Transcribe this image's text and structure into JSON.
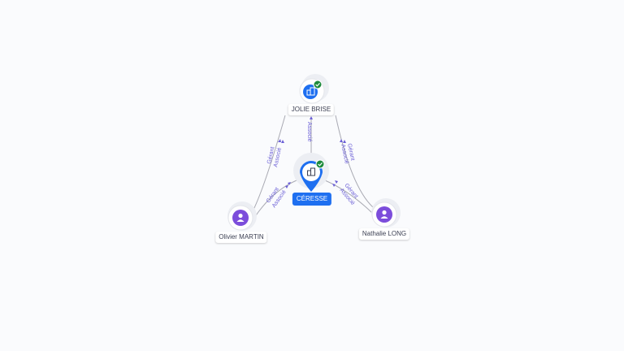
{
  "nodes": {
    "jolie": {
      "label": "JOLIE BRISE",
      "icon": "building-icon",
      "verified": true
    },
    "ceresse": {
      "label": "CÉRESSE",
      "icon": "building-icon",
      "verified": true
    },
    "olivier": {
      "label": "Olivier MARTIN",
      "icon": "person-icon"
    },
    "nathalie": {
      "label": "Nathalie LONG",
      "icon": "person-icon"
    }
  },
  "edges": {
    "ceresse_jolie": {
      "label1": "Associé"
    },
    "olivier_jolie": {
      "label1": "Gérant",
      "label2": "Associé"
    },
    "nathalie_jolie": {
      "label1": "Gérant",
      "label2": "Associé"
    },
    "olivier_ceresse": {
      "label1": "Gérant",
      "label2": "Associé"
    },
    "nathalie_ceresse": {
      "label1": "Gérant",
      "label2": "Associé"
    }
  },
  "colors": {
    "accent": "#1e6ff0",
    "person": "#7c4ddb",
    "verified": "#1d8a3c",
    "edge_label": "#6b5fd6"
  }
}
